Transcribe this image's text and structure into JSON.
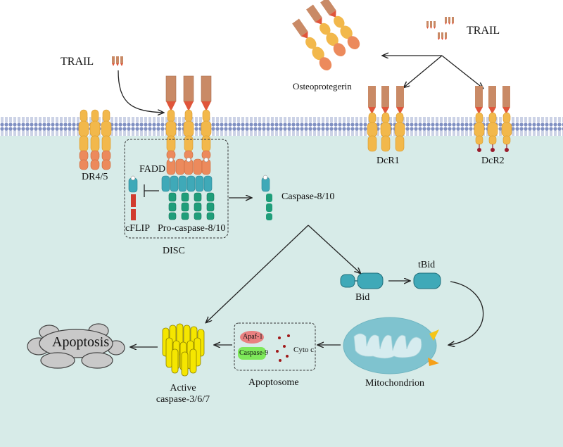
{
  "labels": {
    "trail_left": "TRAIL",
    "trail_right": "TRAIL",
    "osteoprotegerin": "Osteoprotegerin",
    "dr45": "DR4/5",
    "dcr1": "DcR1",
    "dcr2": "DcR2",
    "fadd": "FADD",
    "cflip": "cFLIP",
    "procaspase": "Pro-caspase-8/10",
    "disc": "DISC",
    "caspase810": "Caspase-8/10",
    "bid": "Bid",
    "tbid": "tBid",
    "mitochondrion": "Mitochondrion",
    "apaf1": "Apaf-1",
    "caspase9": "Caspase-9",
    "cytoc": "Cyto c",
    "apoptosome": "Apoptosome",
    "active_caspase_line1": "Active",
    "active_caspase_line2": "caspase-3/6/7",
    "apoptosis": "Apoptosis"
  },
  "colors": {
    "cytoplasm": "#d7ebe8",
    "membrane": "#7f8fbf",
    "receptor": "#f2b84b",
    "death_domain": "#ec8a5c",
    "ligand": "#c98a66",
    "ligand_tip": "#e0553a",
    "blue_domain": "#3fa9b8",
    "green_domain": "#1f9e7a",
    "red_domain": "#d13b2e",
    "mito": "#7fc3cf",
    "caspase_yellow": "#f5e600",
    "apoptosis_grey": "#c9c9c9"
  }
}
